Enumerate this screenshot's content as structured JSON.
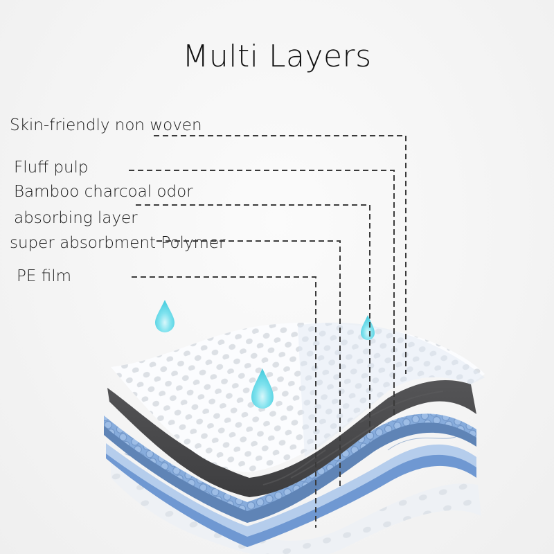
{
  "title": "Multi Layers",
  "labels": [
    {
      "id": "skin-friendly-non-woven",
      "text": "Skin-friendly non woven"
    },
    {
      "id": "fluff-pulp",
      "text": "Fluff pulp"
    },
    {
      "id": "bamboo-charcoal-line1",
      "text": "Bamboo charcoal odor"
    },
    {
      "id": "bamboo-charcoal-line2",
      "text": "absorbing layer"
    },
    {
      "id": "super-absorbent-polymer",
      "text": "super absorbment Polymer"
    },
    {
      "id": "pe-film",
      "text": "PE film"
    }
  ],
  "colors": {
    "water_drop": "#5fd8e6",
    "charcoal_layer": "#4a4a4c",
    "sap_layer": "#7ea6d8",
    "sap_edge": "#5f84b6",
    "film_layer": "#a9c5ea",
    "film_edge": "#6f98d2",
    "leader_line": "#3a3a3a"
  }
}
